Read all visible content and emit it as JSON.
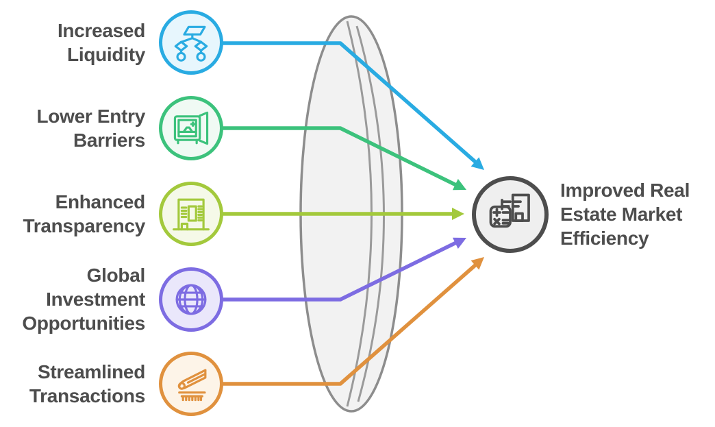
{
  "diagram": {
    "items": [
      {
        "label": "Increased Liquidity",
        "text_lines": [
          "Increased",
          "Liquidity"
        ],
        "color": "#29abe2",
        "fill": "#e7f6fd",
        "icon": "flowchart-icon"
      },
      {
        "label": "Lower Entry Barriers",
        "text_lines": [
          "Lower Entry",
          "Barriers"
        ],
        "color": "#3cc27c",
        "fill": "#f0faf4",
        "icon": "open-safe-icon"
      },
      {
        "label": "Enhanced Transparency",
        "text_lines": [
          "Enhanced",
          "Transparency"
        ],
        "color": "#a3c93c",
        "fill": "#f5f9e8",
        "icon": "building-icon"
      },
      {
        "label": "Global Investment Opportunities",
        "text_lines": [
          "Global",
          "Investment",
          "Opportunities"
        ],
        "color": "#7d6ce2",
        "fill": "#eae7fb",
        "icon": "globe-icon"
      },
      {
        "label": "Streamlined Transactions",
        "text_lines": [
          "Streamlined",
          "Transactions"
        ],
        "color": "#e0913e",
        "fill": "#fdf4e8",
        "icon": "train-icon"
      }
    ],
    "outcome": {
      "label": "Improved Real Estate Market Efficiency",
      "text_lines": [
        "Improved Real",
        "Estate Market",
        "Efficiency"
      ],
      "color": "#4d4d4d",
      "fill": "#efefef",
      "icon": "calculator-document-icon"
    },
    "lens": {
      "fill": "#f2f2f2",
      "stroke": "#8d8d8d",
      "inner_line": "#9a9a9a"
    },
    "colors": {
      "text": "#4d4d4d",
      "background": "#ffffff"
    }
  }
}
